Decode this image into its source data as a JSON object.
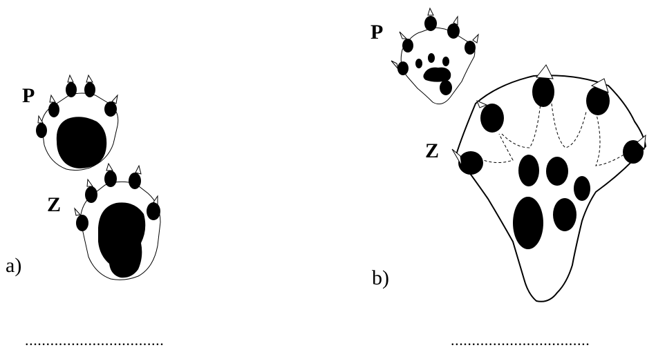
{
  "panel_a": {
    "label": "a)",
    "front_foot_label": "P",
    "hind_foot_label": "Z",
    "answer_line": "................................."
  },
  "panel_b": {
    "label": "b)",
    "front_foot_label": "P",
    "hind_foot_label": "Z",
    "answer_line": "................................."
  },
  "colors": {
    "ink": "#000000",
    "background": "#ffffff"
  }
}
